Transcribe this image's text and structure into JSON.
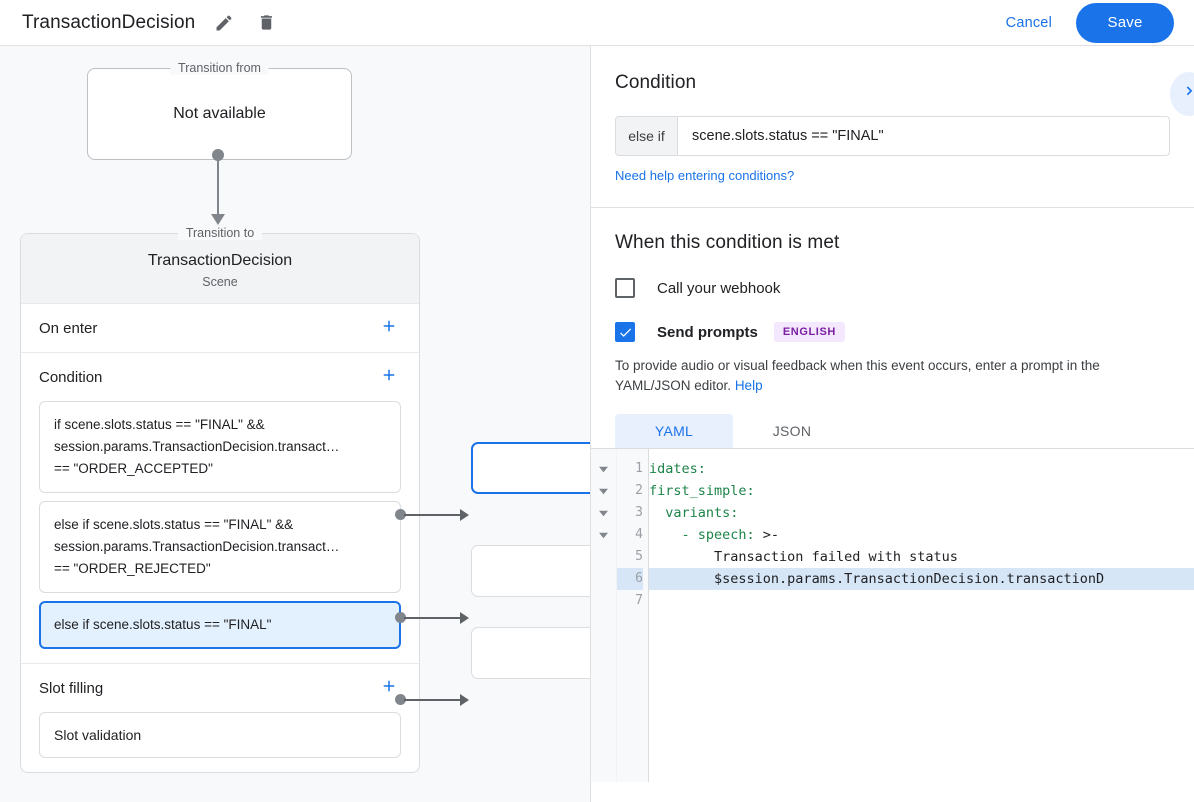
{
  "topbar": {
    "title": "TransactionDecision",
    "edit_icon": "pencil-icon",
    "delete_icon": "trash-icon",
    "cancel_label": "Cancel",
    "save_label": "Save",
    "accent_color": "#1a73e8"
  },
  "canvas": {
    "transition_from": {
      "legend": "Transition from",
      "value": "Not available"
    },
    "transition_to": {
      "legend": "Transition to",
      "title": "TransactionDecision",
      "subtitle": "Scene"
    },
    "sections": [
      {
        "title": "On enter",
        "add_label": "+"
      },
      {
        "title": "Condition",
        "add_label": "+"
      },
      {
        "title": "Slot filling",
        "add_label": "+"
      }
    ],
    "conditions": [
      {
        "selected": false,
        "lines": [
          "if scene.slots.status == \"FINAL\" &&",
          "session.params.TransactionDecision.transact…",
          "== \"ORDER_ACCEPTED\""
        ]
      },
      {
        "selected": false,
        "lines": [
          "else if scene.slots.status == \"FINAL\" &&",
          "session.params.TransactionDecision.transact…",
          "== \"ORDER_REJECTED\""
        ]
      },
      {
        "selected": true,
        "lines": [
          "else if scene.slots.status == \"FINAL\""
        ]
      }
    ],
    "slot_filling": [
      {
        "label": "Slot validation"
      }
    ]
  },
  "panel": {
    "heading": "Condition",
    "expand_icon": "chevron-right-icon",
    "condition_prefix": "else if",
    "condition_value": "scene.slots.status == \"FINAL\"",
    "help_link": "Need help entering conditions?",
    "when_heading": "When this condition is met",
    "webhook": {
      "label": "Call your webhook",
      "checked": false
    },
    "prompts": {
      "label": "Send prompts",
      "checked": true,
      "badge": "ENGLISH",
      "badge_bg": "#f3e8fd",
      "badge_color": "#7b1fa2"
    },
    "hint_text": "To provide audio or visual feedback when this event occurs, enter a prompt in the YAML/JSON editor.",
    "hint_link": "Help",
    "tabs": [
      {
        "label": "YAML",
        "active": true
      },
      {
        "label": "JSON",
        "active": false
      }
    ],
    "editor": {
      "lines": [
        {
          "n": "1",
          "fold": true,
          "hl": false,
          "indent": "",
          "key": "idates:",
          "rest": ""
        },
        {
          "n": "2",
          "fold": true,
          "hl": false,
          "indent": "",
          "key": "first_simple:",
          "rest": ""
        },
        {
          "n": "3",
          "fold": true,
          "hl": false,
          "indent": "  ",
          "key": "variants:",
          "rest": ""
        },
        {
          "n": "4",
          "fold": true,
          "hl": false,
          "indent": "    ",
          "key": "- speech:",
          "rest": " >-"
        },
        {
          "n": "5",
          "fold": false,
          "hl": false,
          "indent": "        ",
          "key": "",
          "rest": "Transaction failed with status"
        },
        {
          "n": "6",
          "fold": false,
          "hl": true,
          "indent": "        ",
          "key": "",
          "rest": "$session.params.TransactionDecision.transactionD"
        },
        {
          "n": "7",
          "fold": false,
          "hl": false,
          "indent": "",
          "key": "",
          "rest": ""
        }
      ]
    }
  }
}
